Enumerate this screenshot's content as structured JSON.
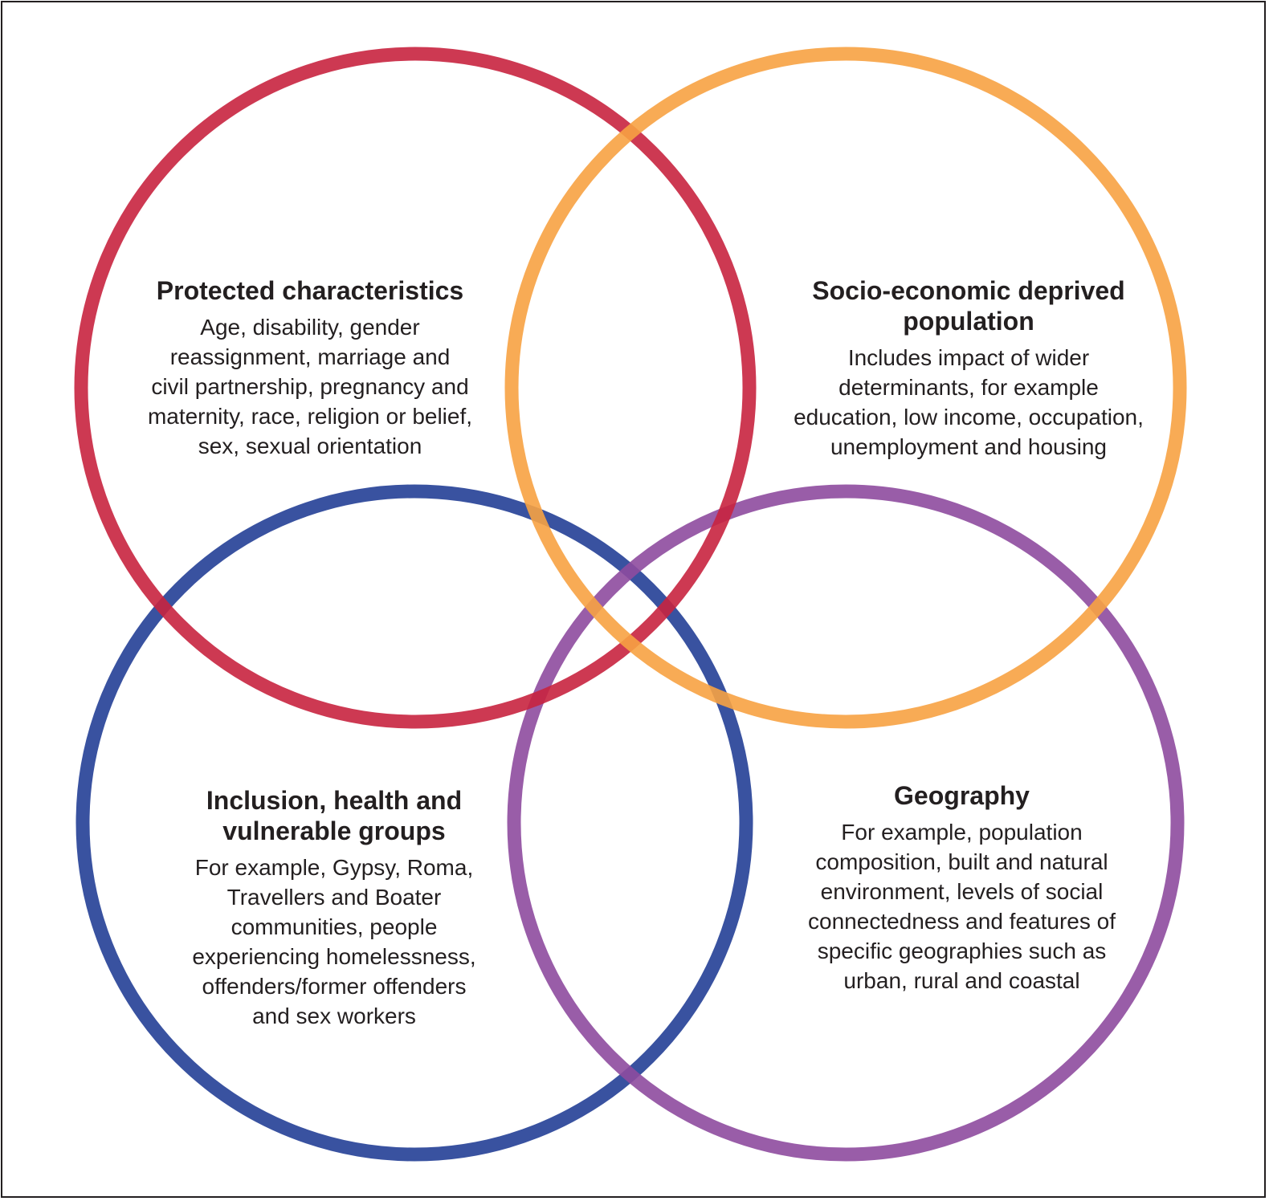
{
  "diagram": {
    "type": "venn",
    "sets": [
      {
        "id": "protected",
        "heading": "Protected characteristics",
        "body": "Age, disability, gender\nreassignment, marriage and\ncivil partnership, pregnancy and\nmaternity, race, religion or belief,\nsex, sexual orientation",
        "color": "#c8243f"
      },
      {
        "id": "socio",
        "heading": "Socio-economic deprived\npopulation",
        "body": "Includes impact of wider\ndeterminants, for example\neducation, low income, occupation,\nunemployment and housing",
        "color": "#f7a242"
      },
      {
        "id": "inclusion",
        "heading": "Inclusion, health and\nvulnerable groups",
        "body": "For example, Gypsy, Roma,\nTravellers and Boater\ncommunities, people\nexperiencing homelessness,\noffenders/former offenders\nand sex workers",
        "color": "#233f96"
      },
      {
        "id": "geography",
        "heading": "Geography",
        "body": "For example, population\ncomposition, built and natural\nenvironment, levels of social\nconnectedness and features of\nspecific geographies such as\nurban, rural and coastal",
        "color": "#8e4b9f"
      }
    ]
  }
}
